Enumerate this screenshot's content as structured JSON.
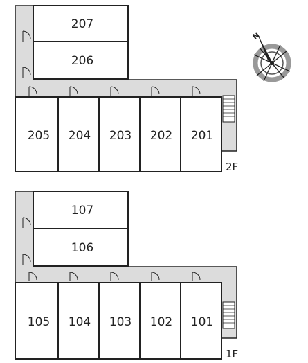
{
  "floors": [
    {
      "label": "2F",
      "upper_units": [
        "207",
        "206"
      ],
      "lower_units": [
        "205",
        "204",
        "203",
        "202",
        "201"
      ]
    },
    {
      "label": "1F",
      "upper_units": [
        "107",
        "106"
      ],
      "lower_units": [
        "105",
        "104",
        "103",
        "102",
        "101"
      ]
    }
  ],
  "compass": {
    "letter": "N",
    "icon": "compass-rose-icon"
  },
  "colors": {
    "corridor": "#dcdcdc",
    "wall": "#222222",
    "room": "#ffffff"
  }
}
